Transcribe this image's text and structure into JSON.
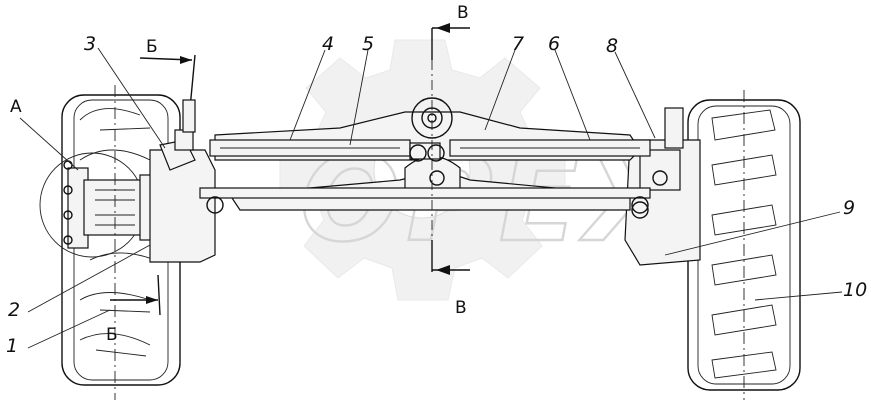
{
  "diagram": {
    "watermark_text": "OPEX",
    "part_labels": [
      "1",
      "2",
      "3",
      "4",
      "5",
      "6",
      "7",
      "8",
      "9",
      "10"
    ],
    "view_labels": {
      "detail_a": "А",
      "section_b_top": "Б",
      "section_b_bottom": "Б",
      "section_v_top": "В",
      "section_v_bottom": "В"
    }
  }
}
